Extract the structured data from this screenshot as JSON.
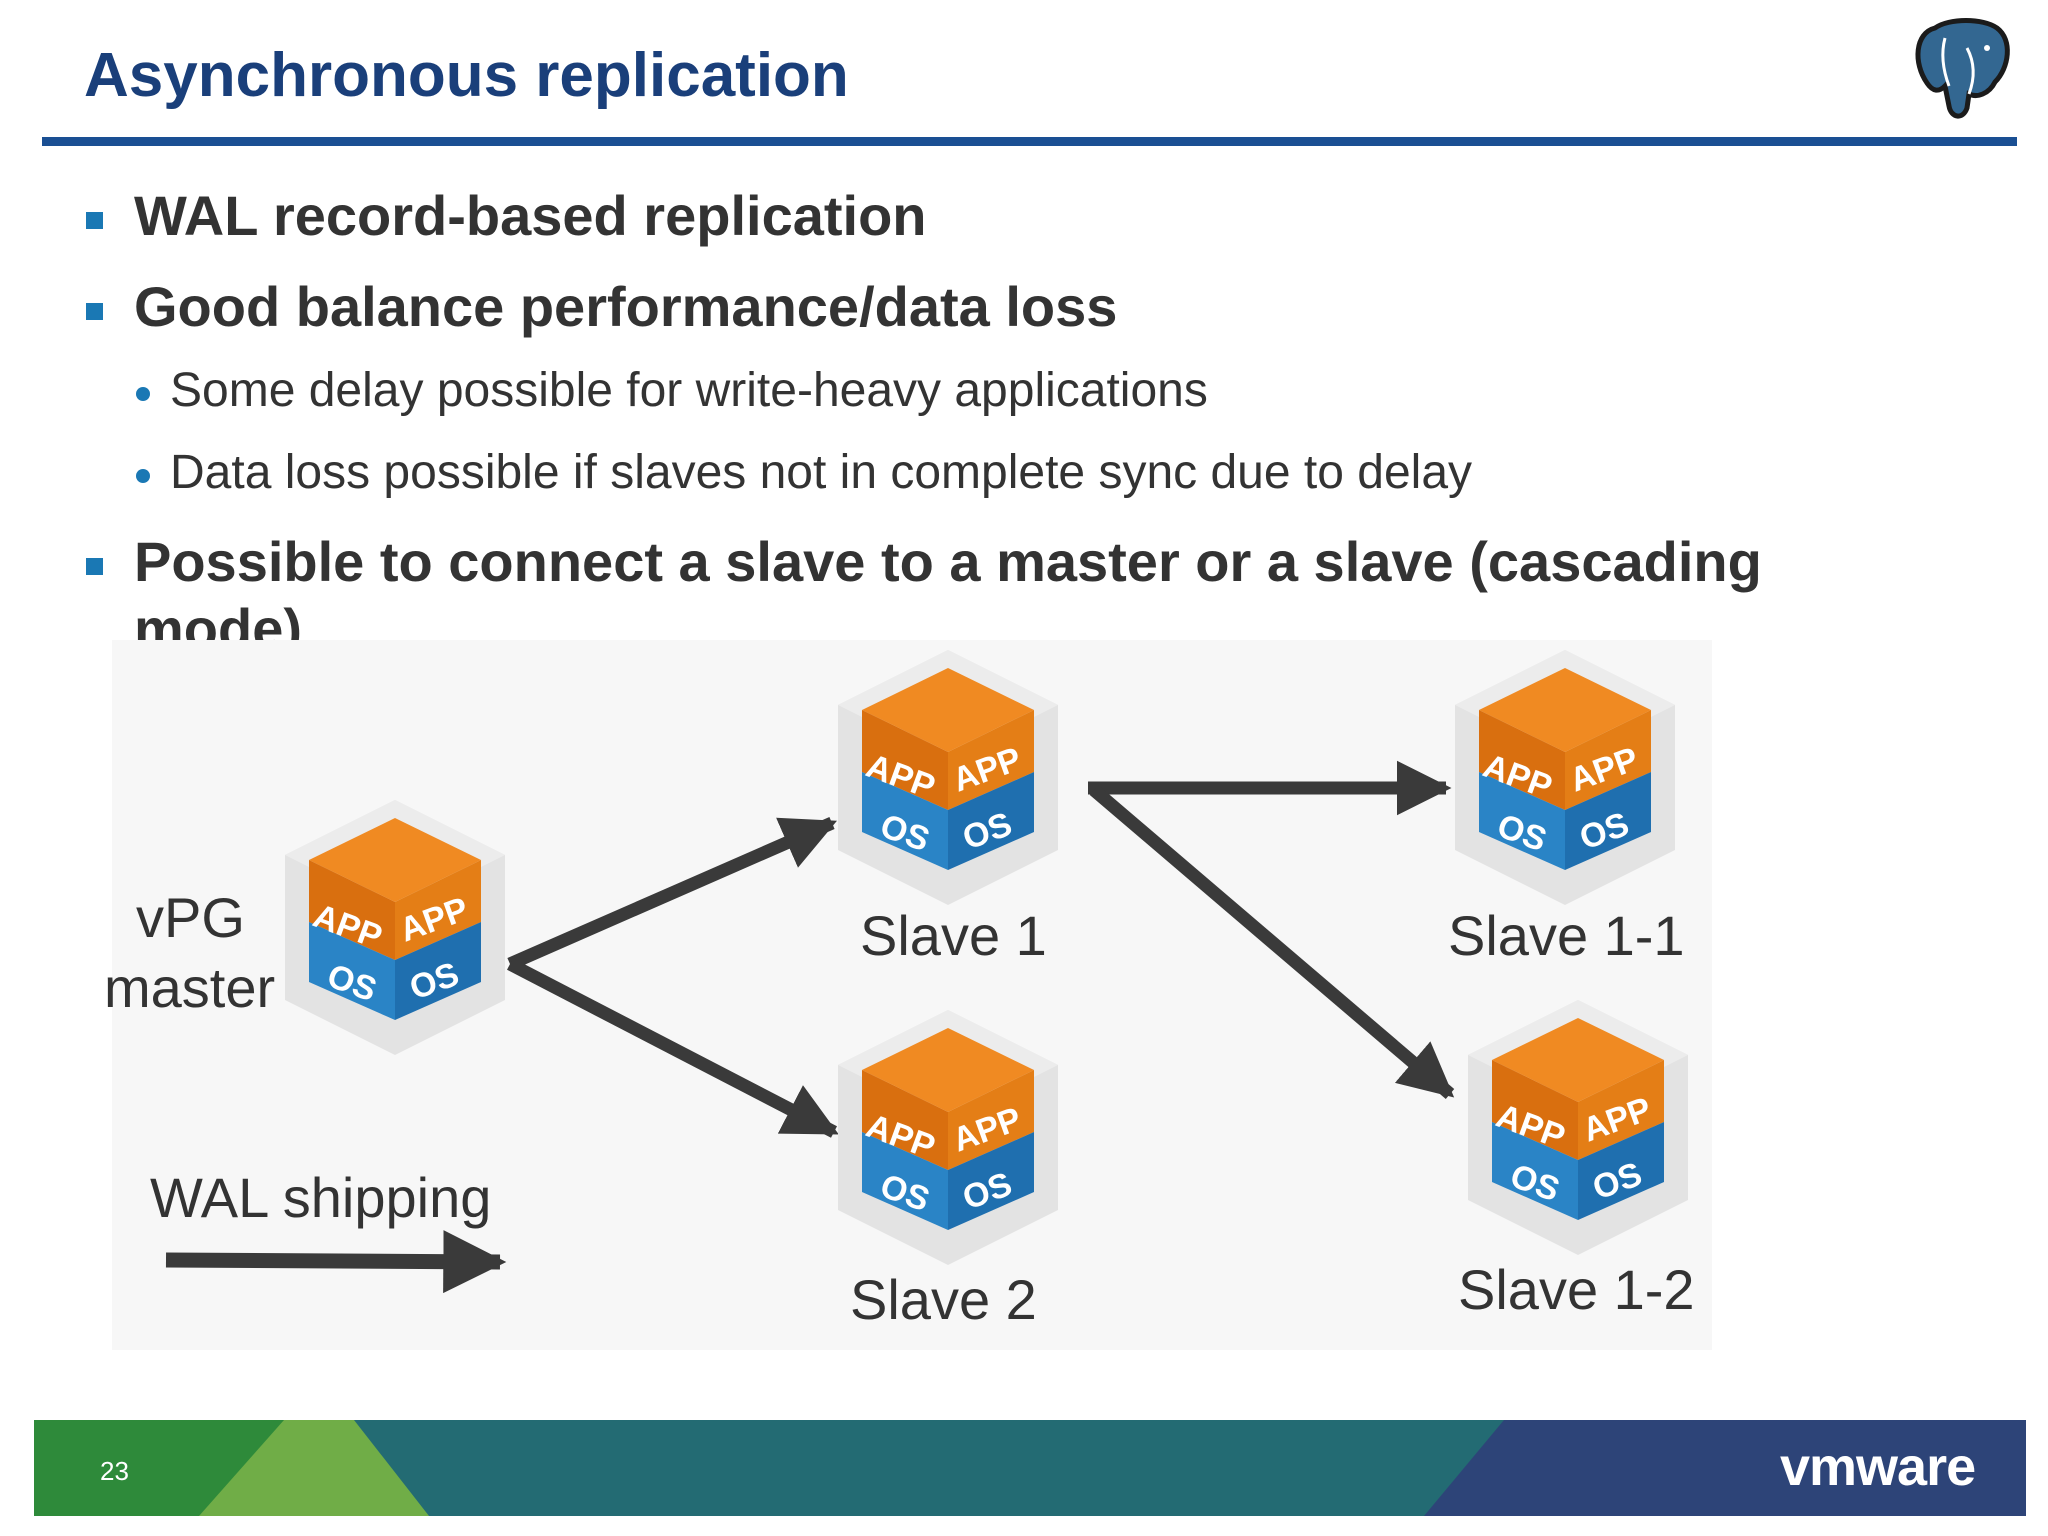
{
  "title": "Asynchronous replication",
  "bullets": [
    {
      "text": "WAL record-based replication",
      "subs": []
    },
    {
      "text": "Good balance performance/data loss",
      "subs": [
        "Some delay possible for write-heavy applications",
        "Data loss possible if slaves not in complete sync due to delay"
      ]
    },
    {
      "text": "Possible to connect a slave to a master or a slave (cascading mode)",
      "subs": []
    }
  ],
  "diagram": {
    "master_label_line1": "vPG",
    "master_label_line2": "master",
    "slave1": "Slave 1",
    "slave2": "Slave 2",
    "slave11": "Slave 1-1",
    "slave12": "Slave 1-2",
    "legend": "WAL shipping",
    "vm_app_label": "APP",
    "vm_os_label": "OS"
  },
  "footer": {
    "page_number": "23",
    "brand": "vmware"
  },
  "colors": {
    "title": "#1a3f7a",
    "rule": "#1a4f93",
    "bullet": "#1a78b4",
    "arrow": "#3a3a3a",
    "cube_orange": "#e8801e",
    "cube_blue": "#2f86c4"
  }
}
